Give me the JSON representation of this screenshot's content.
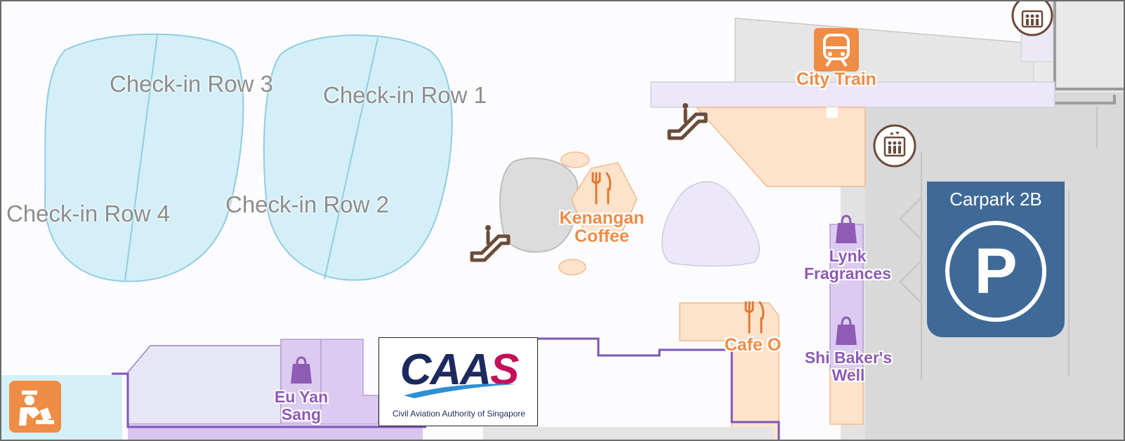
{
  "labels": {
    "checkin_row_1": "Check-in Row 1",
    "checkin_row_2": "Check-in Row 2",
    "checkin_row_3": "Check-in Row 3",
    "checkin_row_4": "Check-in Row 4",
    "city_train": "City Train",
    "kenangan_coffee": [
      "Kenangan",
      "Coffee"
    ],
    "cafe_o": "Cafe O",
    "lynk_fragrances": [
      "Lynk",
      "Fragrances"
    ],
    "shi_bakers_well": [
      "Shi Baker's",
      "Well"
    ],
    "eu_yan_sang": [
      "Eu Yan",
      "Sang"
    ]
  },
  "carpark": {
    "label": "Carpark 2B",
    "letter": "P",
    "color": "#3f6a98"
  },
  "caas_logo": {
    "text_a": "CAA",
    "text_b": "S",
    "tagline": "Civil Aviation Authority of Singapore"
  },
  "icons": [
    "train-icon",
    "lift-icon",
    "escalator-icon",
    "restaurant-icon",
    "shopping-bag-icon",
    "immigration-officer-icon",
    "parking-icon"
  ],
  "colors": {
    "checkin_zone": "#d5eff8",
    "food_zone": "#fde3cc",
    "shop_zone": "#dccbf0",
    "orange_accent": "#ef8c46",
    "purple_accent": "#8e5bb5",
    "grey_zone": "#dadada"
  }
}
